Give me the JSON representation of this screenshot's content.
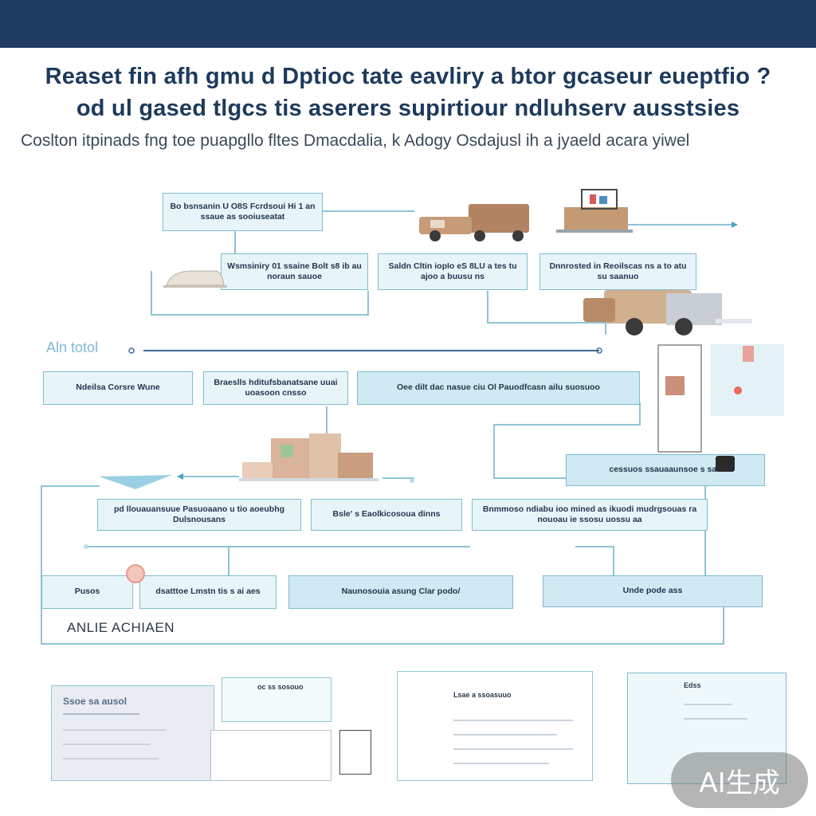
{
  "header": {
    "title_line1": "Reaset fin afh gmu d Dptioc tate eavliry a btor gcaseur eueptfio ?",
    "title_line2": "od ul gased tlgcs tis aserers supirtiour ndluhserv ausstsies",
    "subtitle": "Coslton itpinads fng toe puapgllo fltes Dmacdalia, k Adogy Osdajusl ih a jyaeld acara yiwel"
  },
  "lanes": {
    "lane1_label": "Aln totol",
    "footer_label": "ANLIE ACHIAEN"
  },
  "boxes": {
    "b1": "Bo bsnsanin U O8S Fcrdsoui Hi 1 an ssaue as sooiuseatat",
    "b2": "Wsmsiniry 01 ssaine Bolt s8 ib au noraun sauoe",
    "b3": "Saldn Cltin  iopIo eS 8LU a tes  tu ajoo a buusu ns",
    "b4": "Dnnrosted in Reoilscas ns a to atu su saanuo",
    "b5": "Ndeilsa Corsre Wune",
    "b6": "Braeslls hditufsbanatsane uuai uoasoon cnsso",
    "b7": "Oee dilt dac nasue   ciu Ol  Pauodfcasn ailu suosuoo",
    "b8": "cessuos ssauaaunsoe s sau",
    "b9": "pd llouauansuue  Pasuoaano u tio aoeubhg Dulsnousans",
    "b10": "Bsle' s Eaolkicosoua dinns",
    "b11": "Bnmmoso ndiabu ioo mined as ikuodi mudrgsouas ra nouoau ie ssosu uossu aa",
    "b12": "Pusos",
    "b13": "dsatttoe Lmstn tis s ai aes",
    "b14": "Naunosouia asung Clar podo/",
    "b15": "Unde pode ass"
  },
  "bottom": {
    "panel1": "Ssoe sa ausol",
    "panel2": "oc ss sosouo",
    "panel3": "Lsae a ssoasuuo",
    "panel4": "Edss"
  },
  "watermark": "AI生成",
  "colors": {
    "header_bar": "#1f3a60",
    "accent": "#7fbcd0",
    "box_fill": "#e7f5f9",
    "title_text": "#1d3a5c"
  }
}
